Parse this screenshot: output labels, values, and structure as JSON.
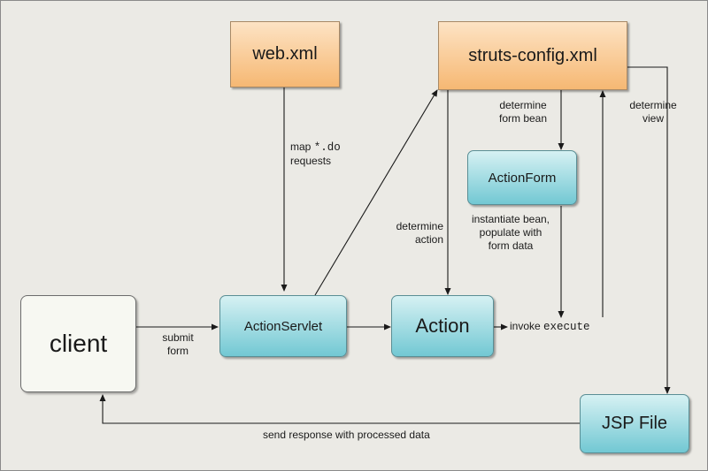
{
  "nodes": {
    "web_xml": "web.xml",
    "struts_config": "struts-config.xml",
    "action_form": "ActionForm",
    "client": "client",
    "action_servlet": "ActionServlet",
    "action": "Action",
    "jsp_file": "JSP File"
  },
  "edges": {
    "map_do_1": "map",
    "map_do_code": "*.do",
    "map_do_2": "requests",
    "submit_form_1": "submit",
    "submit_form_2": "form",
    "determine_action_1": "determine",
    "determine_action_2": "action",
    "determine_form_bean_1": "determine",
    "determine_form_bean_2": "form bean",
    "instantiate_1": "instantiate bean,",
    "instantiate_2": "populate with",
    "instantiate_3": "form data",
    "invoke": "invoke",
    "execute": "execute",
    "determine_view_1": "determine",
    "determine_view_2": "view",
    "send_response": "send response with processed data"
  },
  "colors": {
    "orange_box": "#f6b873",
    "teal_box": "#72c8d3",
    "client_box": "#f7f8f2",
    "background": "#ebeae5",
    "line": "#1a1a1a"
  }
}
